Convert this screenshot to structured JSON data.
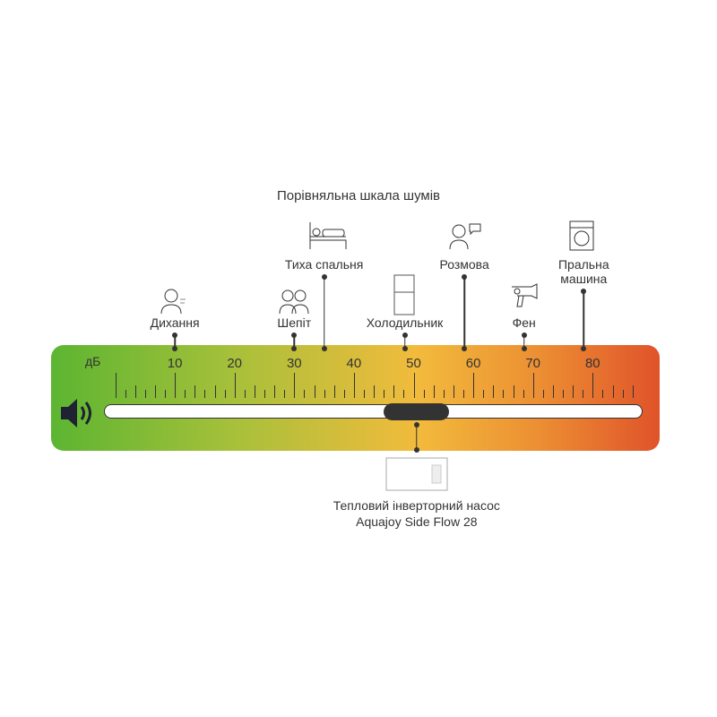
{
  "title": "Порівняльна шкала шумів",
  "unit": "дБ",
  "axis": {
    "min": 0,
    "max": 88,
    "ticks": [
      10,
      20,
      30,
      40,
      50,
      60,
      70,
      80
    ]
  },
  "markers": [
    {
      "label": "Дихання",
      "value": 10,
      "icon": "breathing-person-icon"
    },
    {
      "label": "Шепіт",
      "value": 30,
      "icon": "whispering-people-icon"
    },
    {
      "label": "Тиха спальня",
      "value": 35,
      "icon": "bed-icon"
    },
    {
      "label": "Холодильник",
      "value": 48.5,
      "icon": "fridge-icon"
    },
    {
      "label": "Розмова",
      "value": 58.5,
      "icon": "talking-person-icon"
    },
    {
      "label": "Фен",
      "value": 68.5,
      "icon": "hair-dryer-icon"
    },
    {
      "label": "Пральна машина",
      "value": 78.5,
      "icon": "washing-machine-icon"
    }
  ],
  "product": {
    "line1": "Тепловий інверторний насос",
    "line2": "Aquajoy Side Flow 28",
    "range": [
      45,
      56
    ],
    "value": 50.5
  },
  "colors": {
    "green": "#5cb531",
    "yellow": "#f2bb3c",
    "red": "#e0532a",
    "ink": "#333333"
  }
}
